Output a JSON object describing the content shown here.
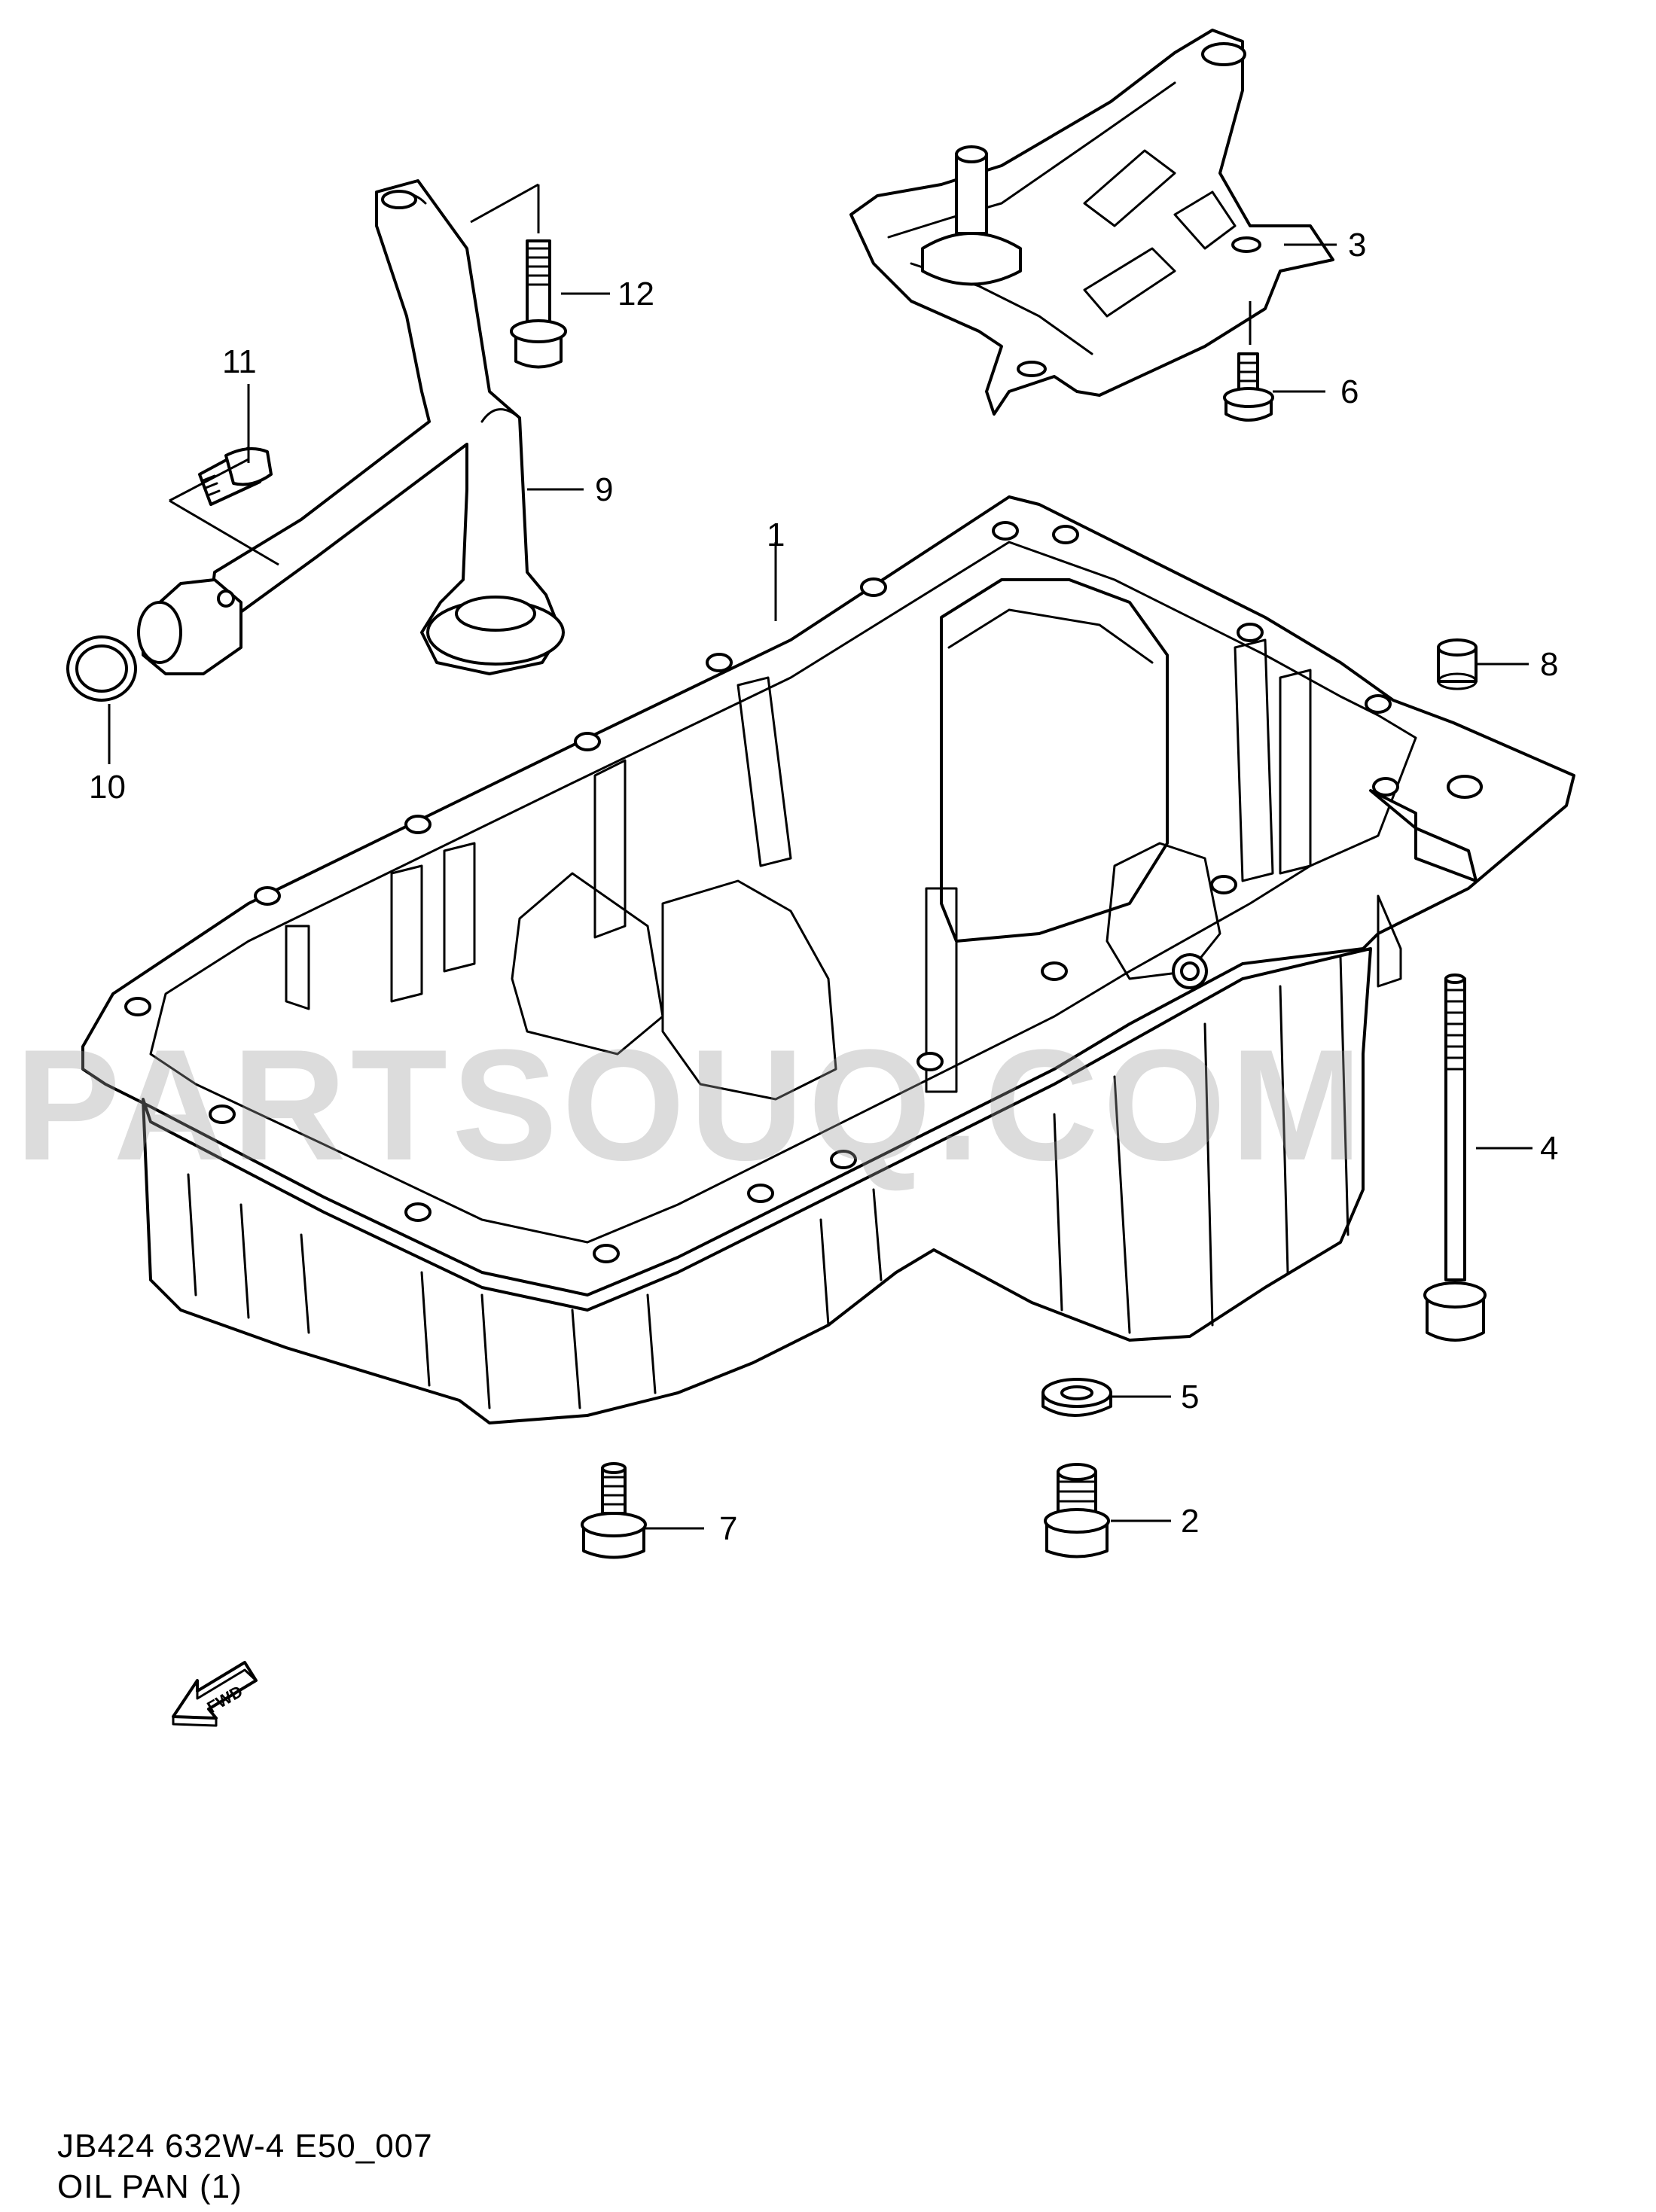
{
  "diagram": {
    "code": "JB424 632W-4 E50_007",
    "title": "OIL PAN (1)",
    "watermark": "PARTSOUQ.COM",
    "fwd_label": "FWD",
    "callouts": [
      {
        "id": "1",
        "label": "1"
      },
      {
        "id": "2",
        "label": "2"
      },
      {
        "id": "3",
        "label": "3"
      },
      {
        "id": "4",
        "label": "4"
      },
      {
        "id": "5",
        "label": "5"
      },
      {
        "id": "6",
        "label": "6"
      },
      {
        "id": "7",
        "label": "7"
      },
      {
        "id": "8",
        "label": "8"
      },
      {
        "id": "9",
        "label": "9"
      },
      {
        "id": "10",
        "label": "10"
      },
      {
        "id": "11",
        "label": "11"
      },
      {
        "id": "12",
        "label": "12"
      }
    ]
  }
}
